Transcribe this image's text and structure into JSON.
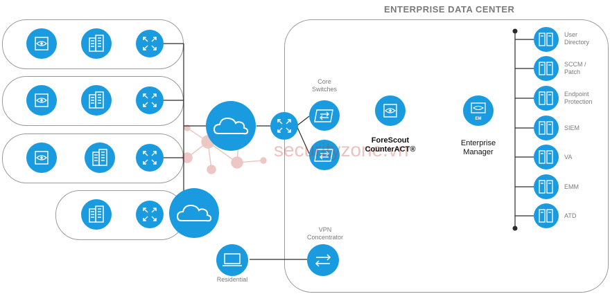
{
  "title": "ENTERPRISE DATA CENTER",
  "watermark": "securityzone.vn",
  "labels": {
    "core_switches": "Core\nSwitches",
    "forescout": "ForeScout\nCounterACT®",
    "enterprise_manager": "Enterprise\nManager",
    "em_badge": "EM",
    "vpn": "VPN\nConcentrator",
    "residential": "Residential"
  },
  "services": [
    "User\nDirectory",
    "SCCM /\nPatch",
    "Endpoint\nProtection",
    "SIEM",
    "VA",
    "EMM",
    "ATD"
  ],
  "colors": {
    "accent": "#1a9be0",
    "outline": "#9a9a9a",
    "line": "#2b2b2b",
    "text": "#7b7b7b",
    "watermark": "#c0392b"
  },
  "icons": [
    "forescout-icon",
    "building-icon",
    "router-icon",
    "cloud-icon",
    "switch-icon",
    "server-icon",
    "laptop-icon",
    "exchange-icon"
  ]
}
